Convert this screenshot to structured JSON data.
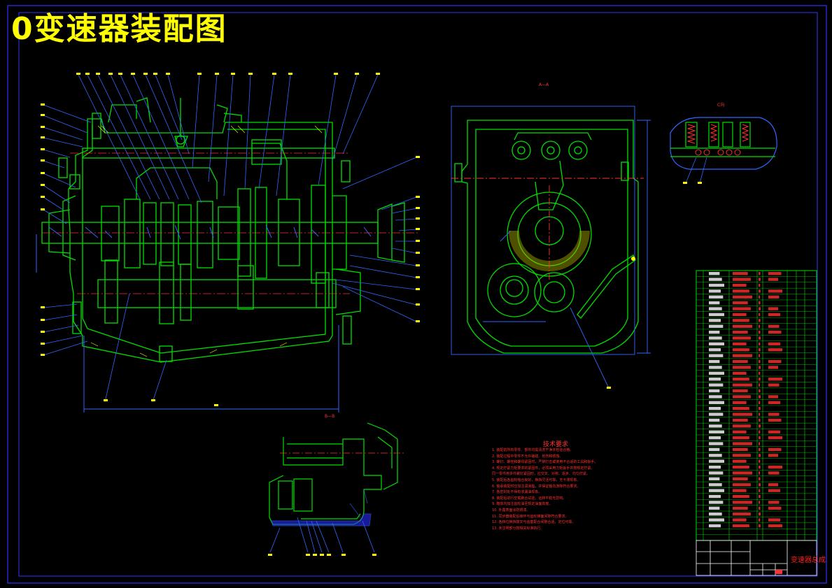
{
  "page": {
    "title": "0变速器装配图"
  },
  "technical_requirements": {
    "title": "技术要求",
    "items": [
      "1. 装配前所有零件、部件均需清洗干净并检验合格。",
      "2. 装配过程中零件不允许磕碰、划伤和锈蚀。",
      "3. 螺钉、螺栓和螺母紧固时，严禁打击或使用不合适的工具和扳手。",
      "4. 规定拧紧力矩要求的紧固件，必须采用力矩扳手并按规定拧紧。",
      "   同一零件用多件螺钉紧固时，应交叉、对称、逐步、均匀拧紧。",
      "5. 装配后各齿轮啮合良好，换挡灵活可靠，无卡滞现象。",
      "6. 轴承装配时应加注润滑脂，并保证轴向游隙符合要求。",
      "7. 各密封处不得有渗漏油现象。",
      "8. 装配后进行空载跑合试验，运转平稳无异响。",
      "9. 箱体内加注齿轮油至规定油面高度。",
      "10. 外露表面涂防锈漆。",
      "11. 同步器装配后锁环与齿轮锥面间隙符合要求。",
      "12. 各挡位换挡拨叉与齿套配合间隙合适，定位可靠。",
      "13. 未注明部分按相关标准执行。"
    ]
  },
  "title_block": {
    "drawing_name": "变速器总成"
  },
  "section_labels": {
    "a": "A—A",
    "b": "B—B",
    "c": "C向"
  }
}
